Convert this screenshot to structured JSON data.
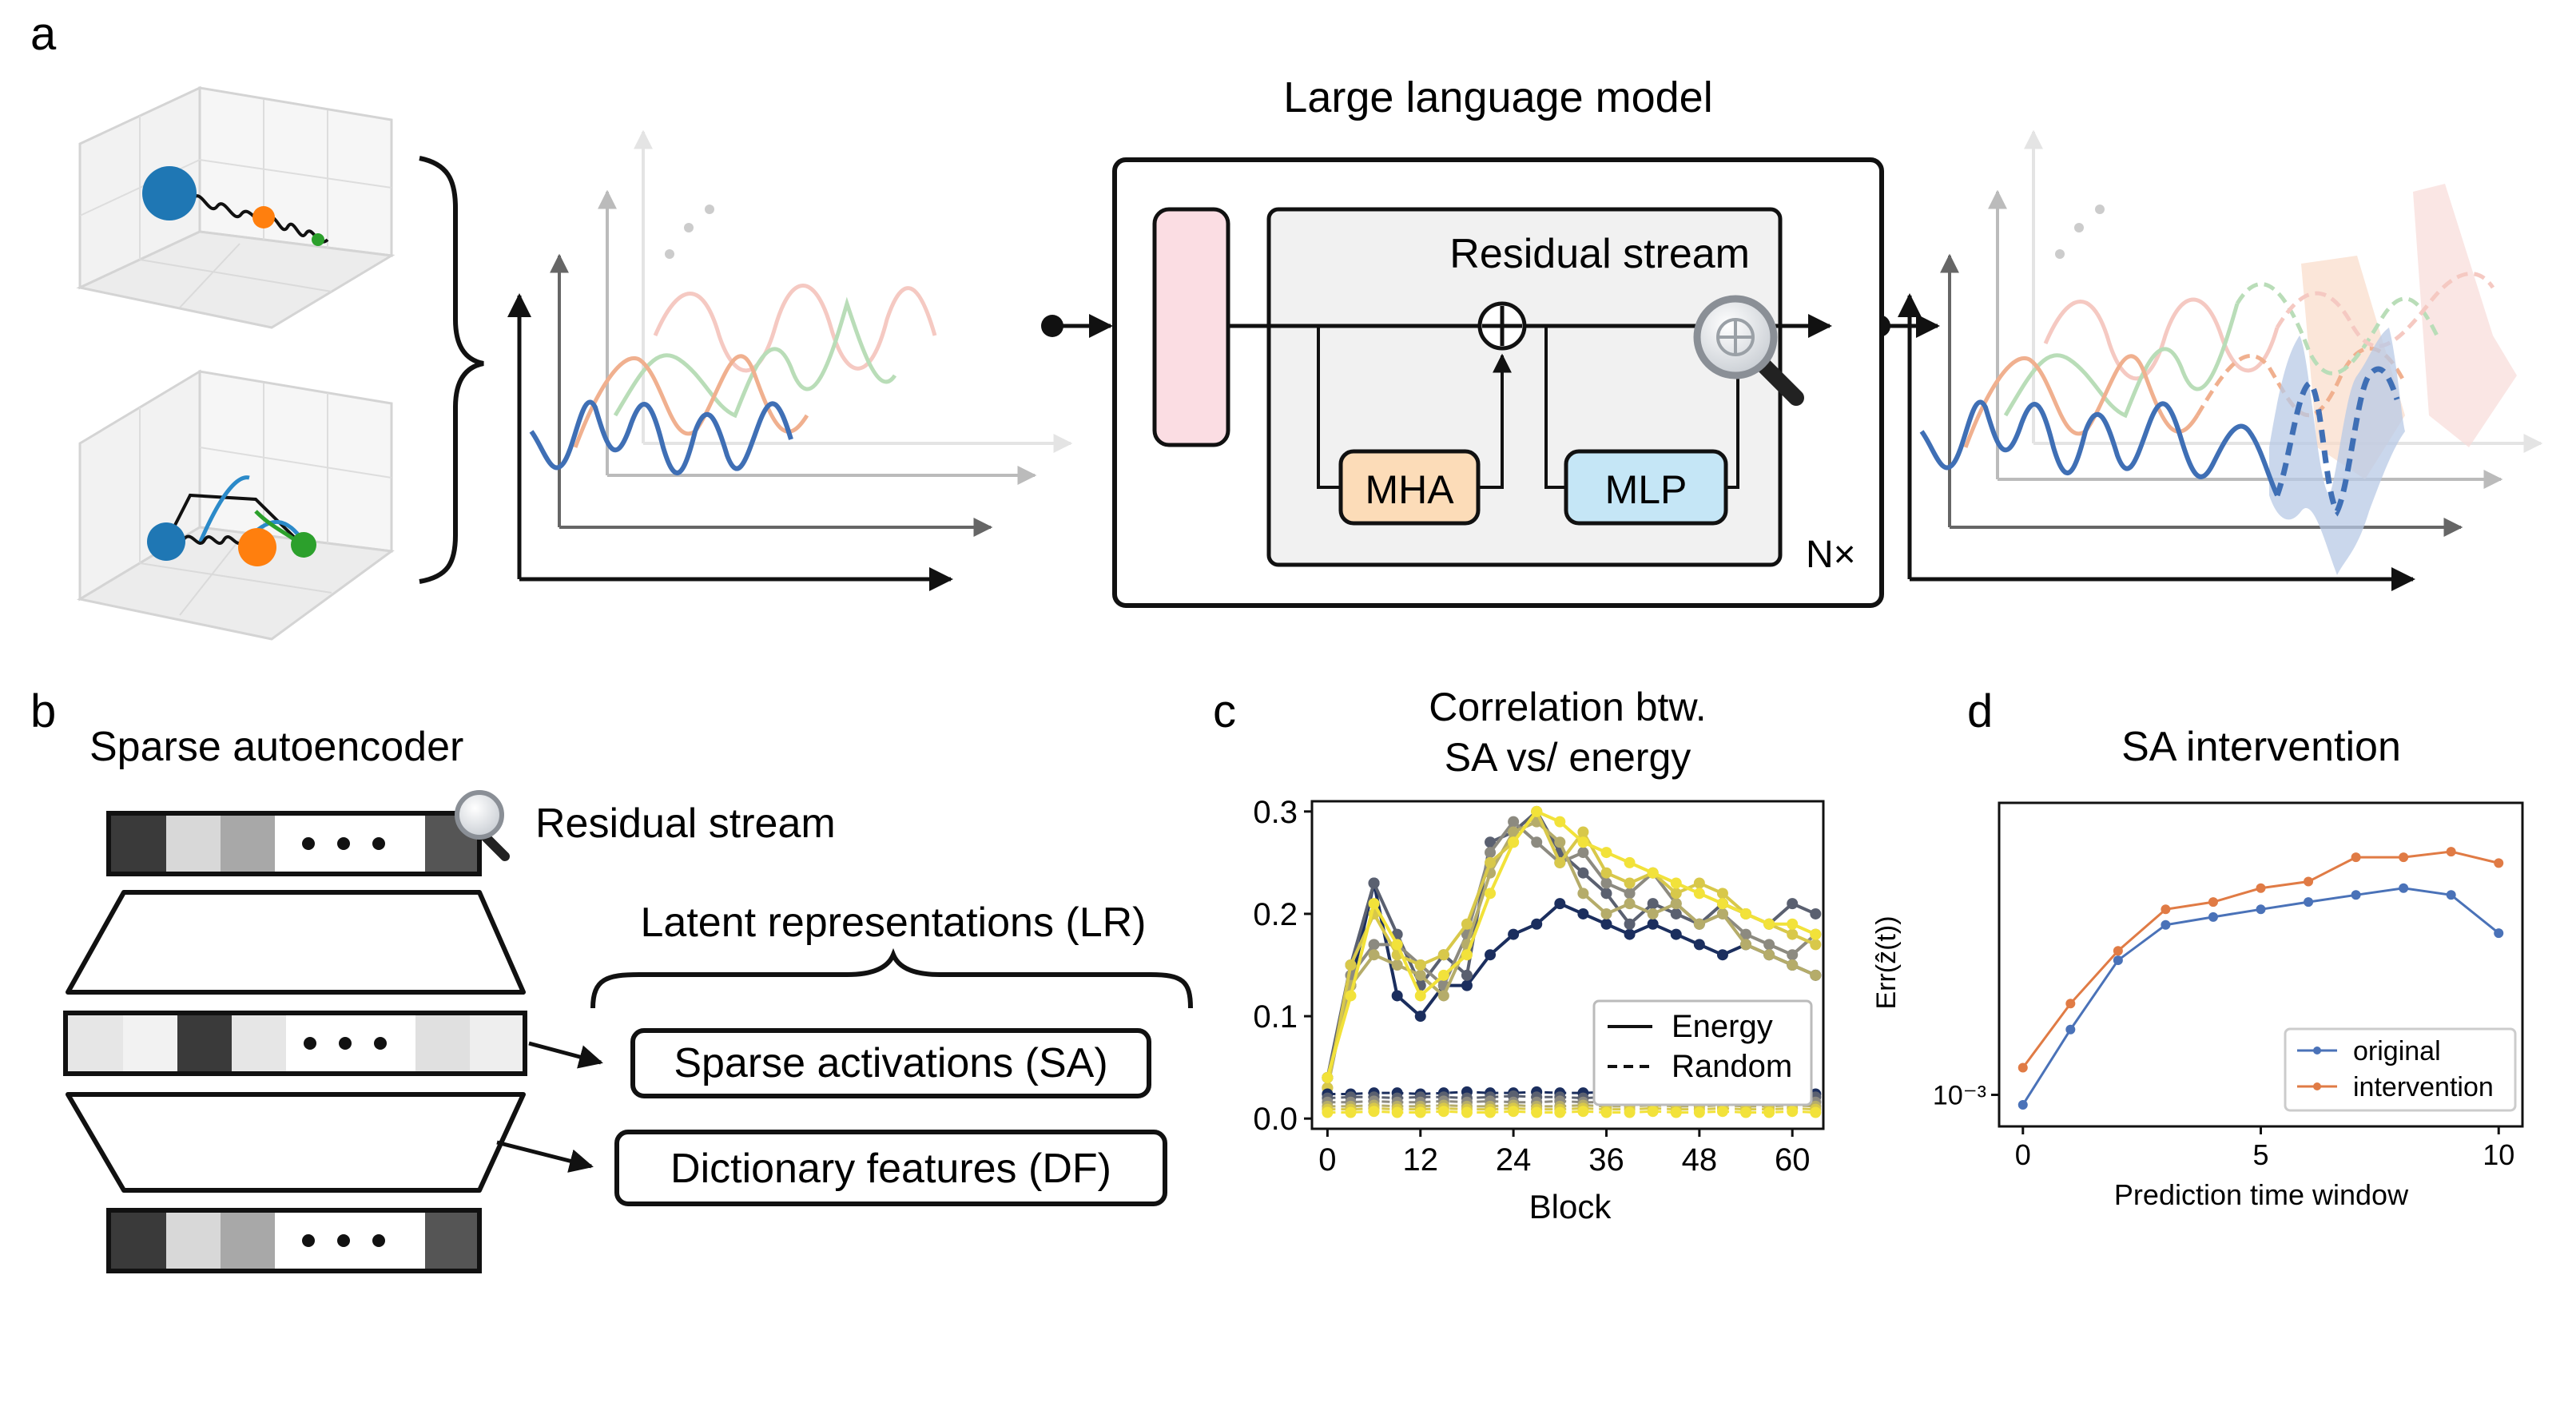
{
  "panel_labels": {
    "a": "a",
    "b": "b",
    "c": "c",
    "d": "d"
  },
  "panel_a": {
    "llm_title": "Large language model",
    "residual_stream": "Residual stream",
    "mha": "MHA",
    "mlp": "MLP",
    "repeat": "N×"
  },
  "panel_b": {
    "title": "Sparse autoencoder",
    "residual_stream": "Residual stream",
    "latent": "Latent representations (LR)",
    "sa": "Sparse activations (SA)",
    "df": "Dictionary features (DF)"
  },
  "chart_data": [
    {
      "type": "line",
      "title": "Correlation btw.\nSA vs/ energy",
      "title_lines": [
        "Correlation btw.",
        "SA vs/ energy"
      ],
      "xlabel": "Block",
      "ylabel": "",
      "xticks": [
        0,
        12,
        24,
        36,
        48,
        60
      ],
      "yticks": [
        "0.0",
        "0.1",
        "0.2",
        "0.3"
      ],
      "xlim": [
        -2,
        64
      ],
      "ylim": [
        -0.01,
        0.31
      ],
      "legend": {
        "position": "bottom-right",
        "entries": [
          {
            "label": "Energy",
            "style": "solid"
          },
          {
            "label": "Random",
            "style": "dashed"
          }
        ]
      },
      "x": [
        0,
        3,
        6,
        9,
        12,
        15,
        18,
        21,
        24,
        27,
        30,
        33,
        36,
        39,
        42,
        45,
        48,
        51,
        54,
        57,
        60,
        63
      ],
      "series": [
        {
          "style": "solid",
          "color": "#1b2e5e",
          "values": [
            0.04,
            0.13,
            0.23,
            0.12,
            0.1,
            0.13,
            0.13,
            0.16,
            0.18,
            0.19,
            0.21,
            0.2,
            0.19,
            0.18,
            0.19,
            0.18,
            0.17,
            0.16,
            0.17,
            0.16,
            0.15,
            0.14
          ]
        },
        {
          "style": "solid",
          "color": "#5a6070",
          "values": [
            0.04,
            0.15,
            0.23,
            0.18,
            0.13,
            0.16,
            0.14,
            0.27,
            0.28,
            0.3,
            0.26,
            0.24,
            0.22,
            0.19,
            0.21,
            0.2,
            0.19,
            0.21,
            0.2,
            0.19,
            0.21,
            0.2
          ]
        },
        {
          "style": "solid",
          "color": "#8c8a80",
          "values": [
            0.03,
            0.14,
            0.17,
            0.17,
            0.15,
            0.13,
            0.18,
            0.26,
            0.29,
            0.27,
            0.25,
            0.26,
            0.23,
            0.22,
            0.24,
            0.21,
            0.19,
            0.2,
            0.18,
            0.17,
            0.16,
            0.18
          ]
        },
        {
          "style": "solid",
          "color": "#b5ac6a",
          "values": [
            0.04,
            0.13,
            0.16,
            0.15,
            0.14,
            0.12,
            0.17,
            0.24,
            0.28,
            0.29,
            0.27,
            0.22,
            0.2,
            0.21,
            0.2,
            0.21,
            0.19,
            0.2,
            0.17,
            0.16,
            0.15,
            0.14
          ]
        },
        {
          "style": "solid",
          "color": "#d8c84a",
          "values": [
            0.03,
            0.15,
            0.2,
            0.16,
            0.15,
            0.16,
            0.19,
            0.25,
            0.27,
            0.3,
            0.25,
            0.28,
            0.24,
            0.23,
            0.24,
            0.22,
            0.23,
            0.22,
            0.2,
            0.19,
            0.18,
            0.17
          ]
        },
        {
          "style": "solid",
          "color": "#f2e23a",
          "values": [
            0.04,
            0.12,
            0.21,
            0.17,
            0.12,
            0.14,
            0.16,
            0.22,
            0.27,
            0.3,
            0.29,
            0.27,
            0.26,
            0.25,
            0.24,
            0.23,
            0.22,
            0.21,
            0.2,
            0.19,
            0.19,
            0.18
          ]
        },
        {
          "style": "dashed",
          "color": "#1b2e5e",
          "values": [
            0.024,
            0.024,
            0.025,
            0.025,
            0.024,
            0.025,
            0.026,
            0.025,
            0.025,
            0.026,
            0.025,
            0.025,
            0.026,
            0.025,
            0.025,
            0.026,
            0.025,
            0.025,
            0.026,
            0.025,
            0.025,
            0.024
          ]
        },
        {
          "style": "dashed",
          "color": "#5a6070",
          "values": [
            0.02,
            0.021,
            0.021,
            0.02,
            0.021,
            0.021,
            0.02,
            0.021,
            0.022,
            0.021,
            0.021,
            0.02,
            0.021,
            0.021,
            0.022,
            0.021,
            0.021,
            0.02,
            0.021,
            0.021,
            0.02,
            0.021
          ]
        },
        {
          "style": "dashed",
          "color": "#8c8a80",
          "values": [
            0.016,
            0.016,
            0.017,
            0.016,
            0.016,
            0.017,
            0.016,
            0.017,
            0.016,
            0.016,
            0.017,
            0.016,
            0.016,
            0.017,
            0.016,
            0.016,
            0.017,
            0.016,
            0.016,
            0.017,
            0.016,
            0.016
          ]
        },
        {
          "style": "dashed",
          "color": "#b5ac6a",
          "values": [
            0.012,
            0.012,
            0.013,
            0.012,
            0.012,
            0.013,
            0.012,
            0.012,
            0.013,
            0.012,
            0.012,
            0.013,
            0.012,
            0.012,
            0.013,
            0.012,
            0.012,
            0.013,
            0.012,
            0.012,
            0.013,
            0.012
          ]
        },
        {
          "style": "dashed",
          "color": "#d8c84a",
          "values": [
            0.009,
            0.009,
            0.01,
            0.009,
            0.009,
            0.01,
            0.009,
            0.009,
            0.01,
            0.009,
            0.009,
            0.01,
            0.009,
            0.009,
            0.01,
            0.009,
            0.009,
            0.01,
            0.009,
            0.009,
            0.01,
            0.009
          ]
        },
        {
          "style": "dashed",
          "color": "#f2e23a",
          "values": [
            0.006,
            0.006,
            0.007,
            0.006,
            0.006,
            0.007,
            0.006,
            0.006,
            0.007,
            0.006,
            0.006,
            0.007,
            0.006,
            0.006,
            0.007,
            0.006,
            0.006,
            0.007,
            0.006,
            0.006,
            0.007,
            0.006
          ]
        }
      ]
    },
    {
      "type": "line",
      "title": "SA intervention",
      "xlabel": "Prediction time window",
      "ylabel": "Err(ẑ(t))",
      "xticks": [
        "0",
        "5",
        "10"
      ],
      "yticks": [
        "10⁻³"
      ],
      "yscale": "log",
      "xlim": [
        -0.5,
        10.5
      ],
      "ylim": [
        0.00085,
        0.0045
      ],
      "legend": {
        "position": "bottom-right",
        "entries": [
          {
            "label": "original",
            "color": "#4a72b8"
          },
          {
            "label": "intervention",
            "color": "#e07b45"
          }
        ]
      },
      "x": [
        0,
        1,
        2,
        3,
        4,
        5,
        6,
        7,
        8,
        9,
        10
      ],
      "series": [
        {
          "name": "original",
          "color": "#4a72b8",
          "values": [
            0.00095,
            0.0014,
            0.002,
            0.0024,
            0.0025,
            0.0026,
            0.0027,
            0.0028,
            0.0029,
            0.0028,
            0.0023
          ]
        },
        {
          "name": "intervention",
          "color": "#e07b45",
          "values": [
            0.00115,
            0.0016,
            0.0021,
            0.0026,
            0.0027,
            0.0029,
            0.003,
            0.0034,
            0.0034,
            0.0035,
            0.0033
          ]
        }
      ]
    }
  ]
}
